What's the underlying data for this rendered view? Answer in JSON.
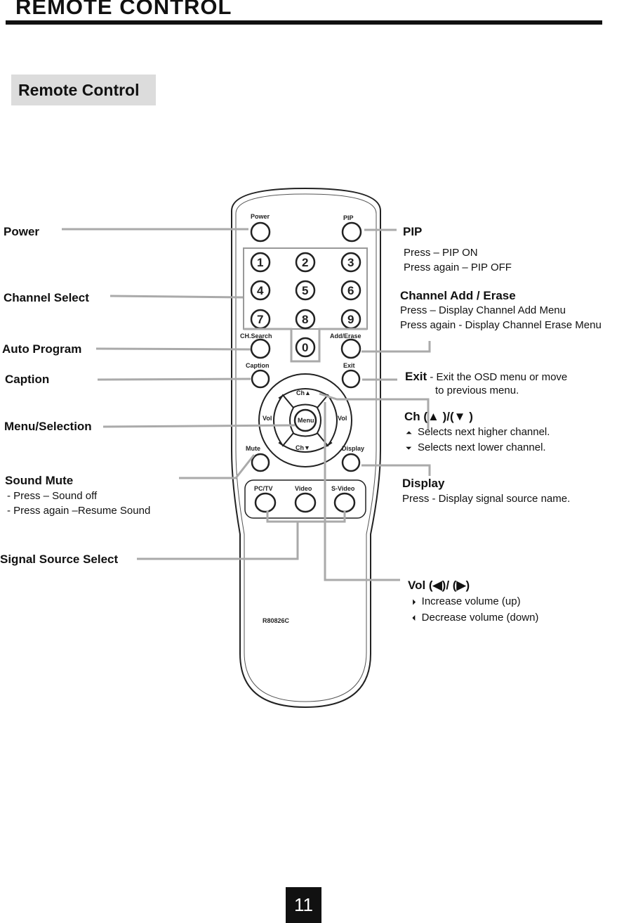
{
  "header": {
    "title": "REMOTE CONTROL"
  },
  "section": {
    "title": "Remote Control"
  },
  "remote": {
    "buttons": {
      "power": "Power",
      "pip": "PIP",
      "n1": "1",
      "n2": "2",
      "n3": "3",
      "n4": "4",
      "n5": "5",
      "n6": "6",
      "n7": "7",
      "n8": "8",
      "n9": "9",
      "n0": "0",
      "ch_search": "CH.Search",
      "add_erase": "Add/Erase",
      "caption": "Caption",
      "exit": "Exit",
      "ch_up": "Ch▲",
      "ch_down": "Ch▼",
      "vol_left": "Vol",
      "vol_right": "Vol",
      "menu": "Menu",
      "mute": "Mute",
      "display": "Display",
      "pc_tv": "PC/TV",
      "video": "Video",
      "s_video": "S-Video"
    },
    "model": "R80826C"
  },
  "callouts": {
    "power": "Power",
    "channel_select": "Channel Select",
    "auto_program": "Auto Program",
    "caption": "Caption",
    "menu_selection": "Menu/Selection",
    "sound_mute": {
      "title": "Sound Mute",
      "line1": "- Press – Sound off",
      "line2": "- Press again –Resume Sound"
    },
    "signal_source": "Signal Source Select",
    "pip": {
      "title": "PIP",
      "line1": "Press – PIP ON",
      "line2": "Press again – PIP OFF"
    },
    "add_erase": {
      "title": "Channel Add / Erase",
      "line1": "Press – Display Channel Add Menu",
      "line2": "Press again - Display Channel Erase Menu"
    },
    "exit": {
      "title": "Exit",
      "sep": " - ",
      "line1": "Exit the OSD menu or move",
      "line2": "to previous menu."
    },
    "ch": {
      "title_open": "Ch (",
      "up_glyph": "▲",
      "mid": " )/(",
      "down_glyph": "▼",
      "close": " )",
      "up_icon": "⏶",
      "line1": "Selects next higher channel.",
      "down_icon": "⏷",
      "line2": "Selects next lower channel."
    },
    "display": {
      "title": "Display",
      "line1": "Press - Display signal source name."
    },
    "vol": {
      "title_open": "Vol (",
      "left_glyph": "◀",
      "mid": ")/ (",
      "right_glyph": "▶",
      "close": ")",
      "up_icon": "⏵",
      "line1": "Increase volume (up)",
      "down_icon": "⏴",
      "line2": "Decrease volume (down)"
    }
  },
  "page_number": "11"
}
